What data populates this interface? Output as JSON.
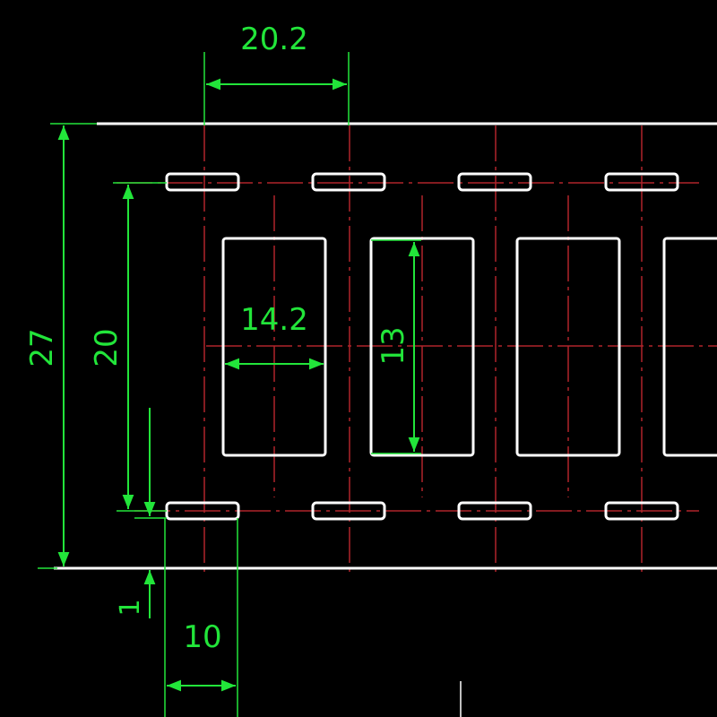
{
  "drawing": {
    "colors": {
      "background": "#000000",
      "outline": "#ffffff",
      "dimension": "#22e53a",
      "centerline": "#b0242a"
    },
    "dimensions": {
      "pitch": "20.2",
      "tape_width": "27",
      "hole_spacing": "20",
      "pocket_width": "14.2",
      "pocket_length": "13",
      "slot_length": "10",
      "edge_offset": "1"
    }
  }
}
